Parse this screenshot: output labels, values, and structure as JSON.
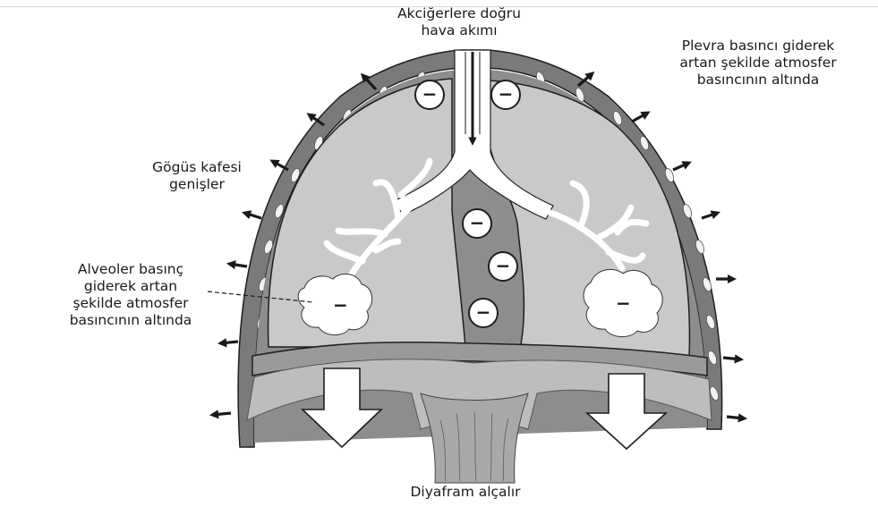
{
  "labels": {
    "airflow": [
      "Akciğerlere doğru",
      "hava akımı"
    ],
    "pleural_pressure": [
      "Plevra basıncı giderek",
      "artan şekilde atmosfer",
      "basıncının altında"
    ],
    "chest_expands": [
      "Gögüs kafesi",
      "genişler"
    ],
    "alveolar_pressure": [
      "Alveoler basınç",
      "giderek artan",
      "şekilde atmosfer",
      "basıncının altında"
    ],
    "diaphragm": [
      "Diyafram alçalır"
    ]
  },
  "pressure_sign": "−",
  "colors": {
    "background": "#ffffff",
    "lung": "#c9c9c9",
    "pleura": "#8d8d8d",
    "wall": "#7a7a7a",
    "outline": "#1f1f1f"
  }
}
